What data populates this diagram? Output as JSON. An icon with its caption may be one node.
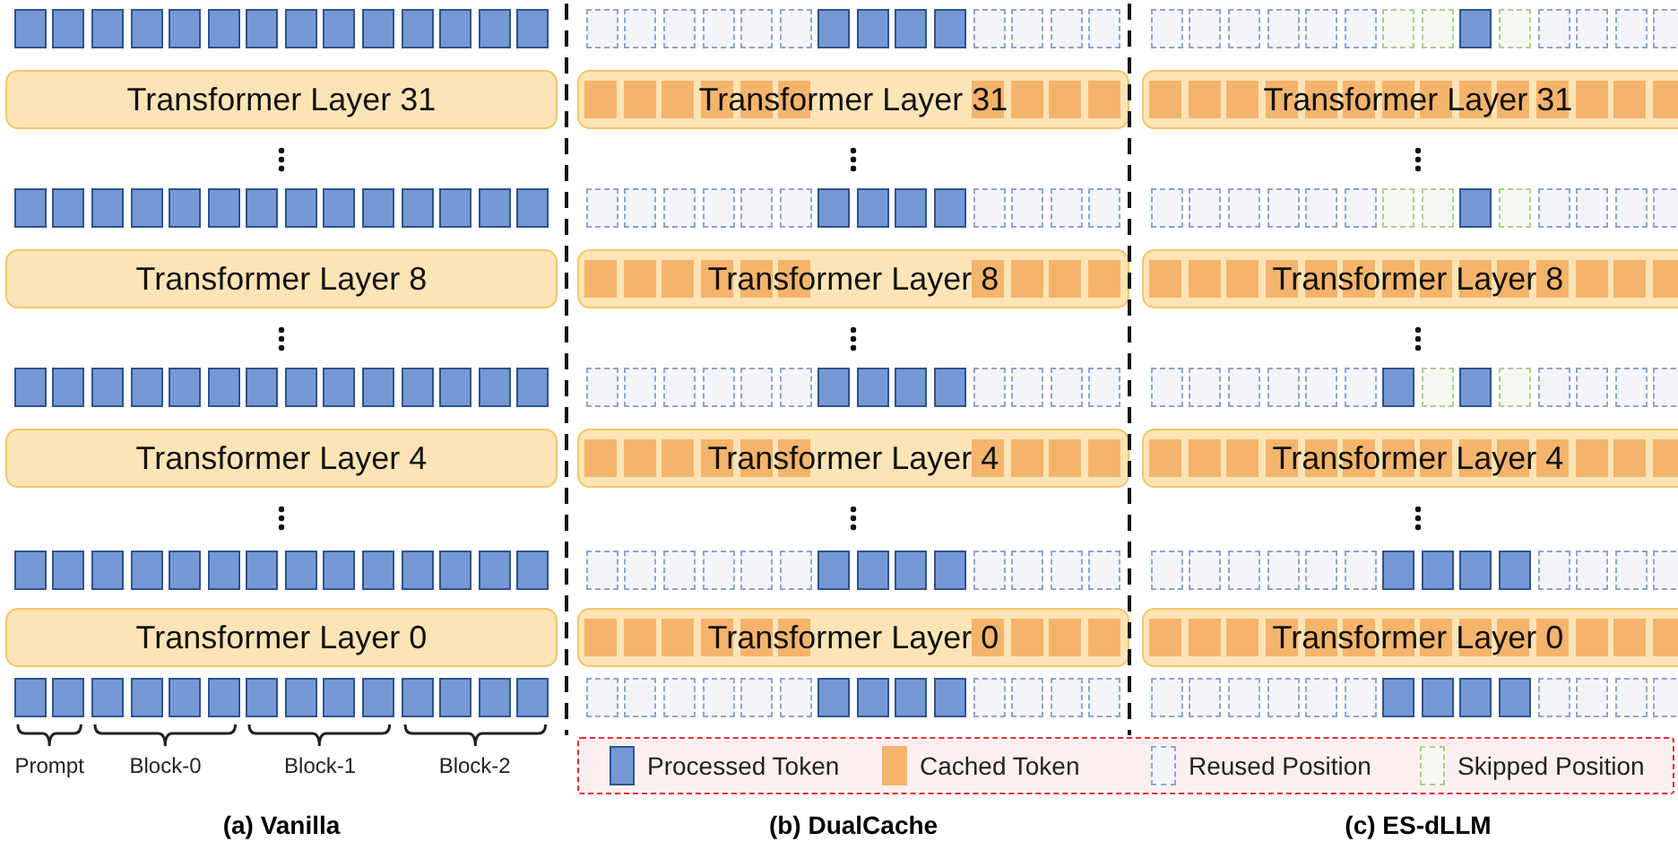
{
  "diagram": {
    "nodes": [
      {
        "text": [
          "Transformer Layer 31"
        ]
      },
      {
        "text": [
          "Transformer Layer 8"
        ]
      },
      {
        "text": [
          "Transformer Layer 4"
        ]
      },
      {
        "text": [
          "Transformer Layer 0"
        ]
      },
      {
        "text": [
          "Transformer Layer 31"
        ]
      },
      {
        "text": [
          "Transformer Layer 8"
        ]
      },
      {
        "text": [
          "Transformer Layer 4"
        ]
      },
      {
        "text": [
          "Transformer Layer 0"
        ]
      },
      {
        "text": [
          "Transformer Layer 31"
        ]
      },
      {
        "text": [
          "Transformer Layer 8"
        ]
      },
      {
        "text": [
          "Transformer Layer 4"
        ]
      },
      {
        "text": [
          "Transformer Layer 0"
        ]
      }
    ],
    "edges": [],
    "labels": [
      "Prompt",
      "Block-0",
      "Block-1",
      "Block-2",
      "(a) Vanilla",
      "(b) DualCache",
      "(c) ES-dLLM"
    ],
    "legend": [
      {
        "text": "Processed Token",
        "color": "#7698d4"
      },
      {
        "text": "Cached Token",
        "color": "#f5b46c"
      },
      {
        "text": "Reused Position"
      },
      {
        "text": "Skipped Position"
      }
    ]
  }
}
